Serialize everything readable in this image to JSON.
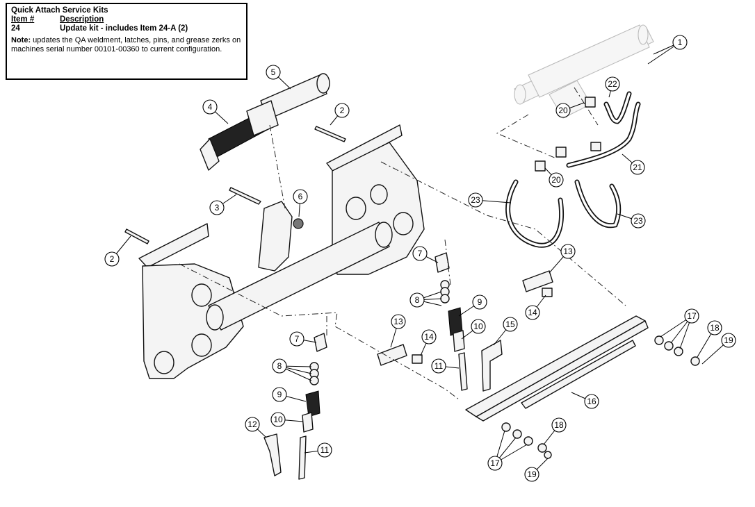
{
  "kit_box": {
    "title": "Quick Attach Service Kits",
    "header_item": "Item #",
    "header_description": "Description",
    "row_item": "24",
    "row_description": "Update kit - includes Item 24-A (2)",
    "note_label": "Note:",
    "note_text": "updates the QA weldment, latches, pins, and grease zerks on machines serial number 00101-00360 to current configuration."
  },
  "callouts": [
    "1",
    "2",
    "2",
    "3",
    "4",
    "5",
    "6",
    "7",
    "7",
    "8",
    "8",
    "9",
    "9",
    "10",
    "10",
    "11",
    "11",
    "12",
    "13",
    "13",
    "14",
    "14",
    "15",
    "16",
    "17",
    "17",
    "18",
    "18",
    "19",
    "19",
    "20",
    "20",
    "21",
    "22",
    "23",
    "23"
  ]
}
